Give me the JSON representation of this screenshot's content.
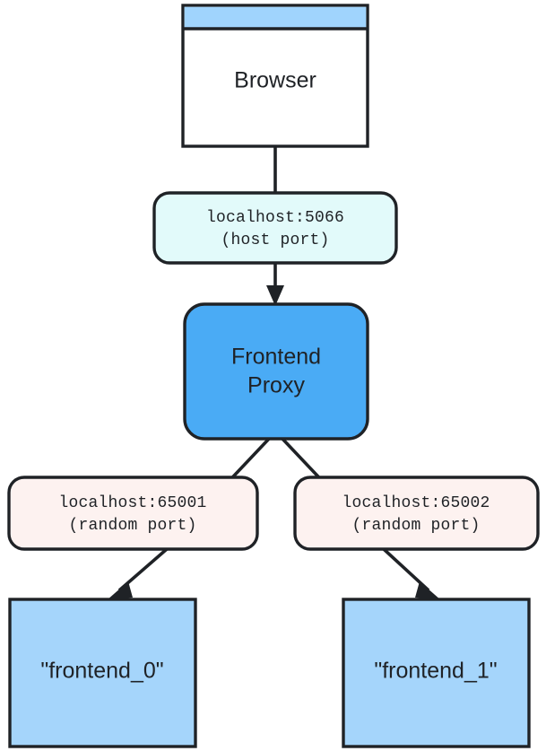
{
  "diagram": {
    "type": "flowchart",
    "orientation": "top-down",
    "background_color": "#ffffff",
    "stroke_color": "#1f2226",
    "nodes": [
      {
        "id": "browser",
        "label": "Browser",
        "shape": "browser-window",
        "fill": "#ffffff",
        "titlebar_fill": "#a0d4fd"
      },
      {
        "id": "host_port",
        "label_line1": "localhost:5066",
        "label_line2": "(host port)",
        "shape": "rounded-rect",
        "fill": "#e2fafa"
      },
      {
        "id": "frontend_proxy",
        "label_line1": "Frontend",
        "label_line2": "Proxy",
        "shape": "rounded-rect",
        "fill": "#4aabf5"
      },
      {
        "id": "random_port_1",
        "label_line1": "localhost:65001",
        "label_line2": "(random port)",
        "shape": "rounded-rect",
        "fill": "#fdf2f0"
      },
      {
        "id": "random_port_2",
        "label_line1": "localhost:65002",
        "label_line2": "(random port)",
        "shape": "rounded-rect",
        "fill": "#fdf2f0"
      },
      {
        "id": "frontend_0",
        "label": "\"frontend_0\"",
        "shape": "rect",
        "fill": "#a5d5fb"
      },
      {
        "id": "frontend_1",
        "label": "\"frontend_1\"",
        "shape": "rect",
        "fill": "#a5d5fb"
      }
    ],
    "edges": [
      {
        "from": "browser",
        "to": "host_port",
        "arrow": false
      },
      {
        "from": "host_port",
        "to": "frontend_proxy",
        "arrow": true
      },
      {
        "from": "frontend_proxy",
        "to": "random_port_1",
        "arrow": false
      },
      {
        "from": "frontend_proxy",
        "to": "random_port_2",
        "arrow": false
      },
      {
        "from": "random_port_1",
        "to": "frontend_0",
        "arrow": true
      },
      {
        "from": "random_port_2",
        "to": "frontend_1",
        "arrow": true
      }
    ]
  }
}
